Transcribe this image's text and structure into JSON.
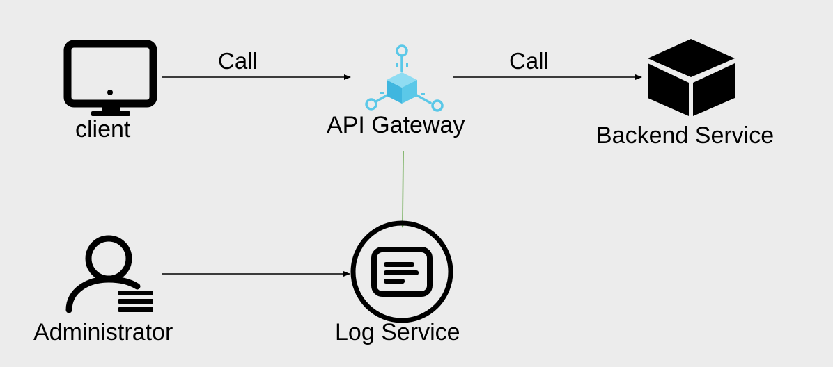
{
  "colors": {
    "background": "#ececec",
    "ink": "#000000",
    "gateway_accent": "#5bc8e8",
    "log_edge": "#6aa84f"
  },
  "nodes": {
    "client": {
      "label": "client",
      "icon": "monitor-icon"
    },
    "gateway": {
      "label": "API Gateway",
      "icon": "api-gateway-icon"
    },
    "backend": {
      "label": "Backend Service",
      "icon": "cube-icon"
    },
    "admin": {
      "label": "Administrator",
      "icon": "user-admin-icon"
    },
    "log": {
      "label": "Log Service",
      "icon": "log-document-icon"
    }
  },
  "edges": [
    {
      "from": "client",
      "to": "gateway",
      "label": "Call"
    },
    {
      "from": "gateway",
      "to": "backend",
      "label": "Call"
    },
    {
      "from": "gateway",
      "to": "log",
      "label": ""
    },
    {
      "from": "admin",
      "to": "log",
      "label": ""
    }
  ]
}
